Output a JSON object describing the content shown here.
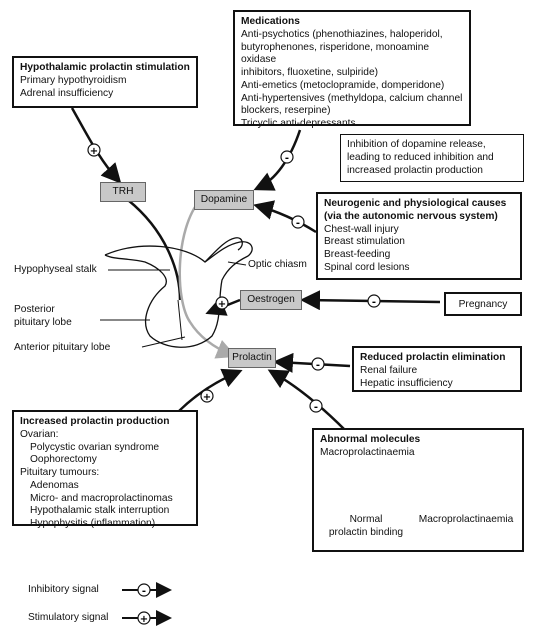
{
  "hypothalamic": {
    "title": "Hypothalamic prolactin stimulation",
    "items": [
      "Primary hypothyroidism",
      "Adrenal insufficiency"
    ]
  },
  "medications": {
    "title": "Medications",
    "items": [
      "Anti-psychotics (phenothiazines, haloperidol,",
      "butyrophenones, risperidone, monoamine oxidase",
      "inhibitors, fluoxetine, sulpiride)",
      "Anti-emetics (metoclopramide, domperidone)",
      "Anti-hypertensives (methyldopa, calcium channel",
      "blockers, reserpine)",
      "Tricyclic anti-depressants"
    ]
  },
  "inhibition_note": [
    "Inhibition of dopamine release,",
    "leading to reduced inhibition and",
    "increased prolactin production"
  ],
  "neurogenic": {
    "title_lines": [
      "Neurogenic and physiological causes",
      "(via the autonomic nervous system)"
    ],
    "items": [
      "Chest-wall injury",
      "Breast stimulation",
      "Breast-feeding",
      "Spinal cord lesions"
    ]
  },
  "nodes": {
    "trh": "TRH",
    "dopamine": "Dopamine",
    "oestrogen": "Oestrogen",
    "prolactin": "Prolactin",
    "pregnancy": "Pregnancy"
  },
  "anatomy": {
    "hypophyseal_stalk": "Hypophyseal stalk",
    "optic_chiasm": "Optic chiasm",
    "posterior_lobe": [
      "Posterior",
      "pituitary lobe"
    ],
    "anterior_lobe": "Anterior pituitary lobe"
  },
  "reduced_elimination": {
    "title": "Reduced prolactin elimination",
    "items": [
      "Renal failure",
      "Hepatic insufficiency"
    ]
  },
  "increased_production": {
    "title": "Increased prolactin production",
    "lines": [
      {
        "text": "Ovarian:",
        "indent": false
      },
      {
        "text": "Polycystic ovarian syndrome",
        "indent": true
      },
      {
        "text": "Oophorectomy",
        "indent": true
      },
      {
        "text": "Pituitary tumours:",
        "indent": false
      },
      {
        "text": "Adenomas",
        "indent": true
      },
      {
        "text": "Micro- and macroprolactinomas",
        "indent": true
      },
      {
        "text": "Hypothalamic stalk interruption",
        "indent": true
      },
      {
        "text": "Hypophysitis (inflammation)",
        "indent": true
      }
    ]
  },
  "abnormal": {
    "title": "Abnormal molecules",
    "subtitle": "Macroprolactinaemia",
    "normal_caption": [
      "Normal",
      "prolactin binding"
    ],
    "macro_caption": "Macroprolactinaemia"
  },
  "legend": {
    "inhibitory": "Inhibitory signal",
    "stimulatory": "Stimulatory signal"
  },
  "symbols": {
    "plus": "+",
    "minus": "-"
  },
  "colors": {
    "node_fill": "#c8c8c8",
    "gray_arrow": "#aaaaaa",
    "line": "#111111"
  }
}
